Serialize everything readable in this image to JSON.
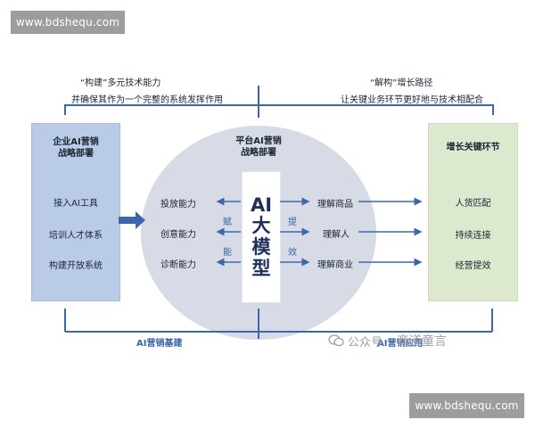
{
  "watermark": {
    "top": "www.bdshequ.com",
    "bottom": "www.bdshequ.com"
  },
  "top_left": {
    "line1": "“构建”多元技术能力",
    "line2": "并确保其作为一个完整的系统发挥作用"
  },
  "top_right": {
    "line1": "“解构”增长路径",
    "line2": "让关键业务环节更好地与技术相配合"
  },
  "left_box": {
    "title": "企业AI营销\n战略部署",
    "items": [
      "接入AI工具",
      "培训人才体系",
      "构建开放系统"
    ]
  },
  "center": {
    "title": "平台AI营销\n战略部署",
    "core": [
      "AI",
      "大",
      "模",
      "型"
    ],
    "left_items": [
      "投放能力",
      "创意能力",
      "诊断能力"
    ],
    "left_labels": [
      "赋",
      "能"
    ],
    "right_labels": [
      "提",
      "效"
    ],
    "right_items": [
      "理解商品",
      "理解人",
      "理解商业"
    ]
  },
  "right_box": {
    "title": "增长关键环节",
    "items": [
      "人货匹配",
      "持续连接",
      "经营提效"
    ]
  },
  "bottom": {
    "left_label": "AI营销基建",
    "right_label": "AI营销应用"
  },
  "wechat_watermark": {
    "public_label": "公众号",
    "account_name": "商道童言"
  },
  "colors": {
    "accent": "#3d67ad",
    "left_box": "#b9cbe7",
    "right_box": "#dde9cf",
    "circle": "#d6dbe6"
  }
}
